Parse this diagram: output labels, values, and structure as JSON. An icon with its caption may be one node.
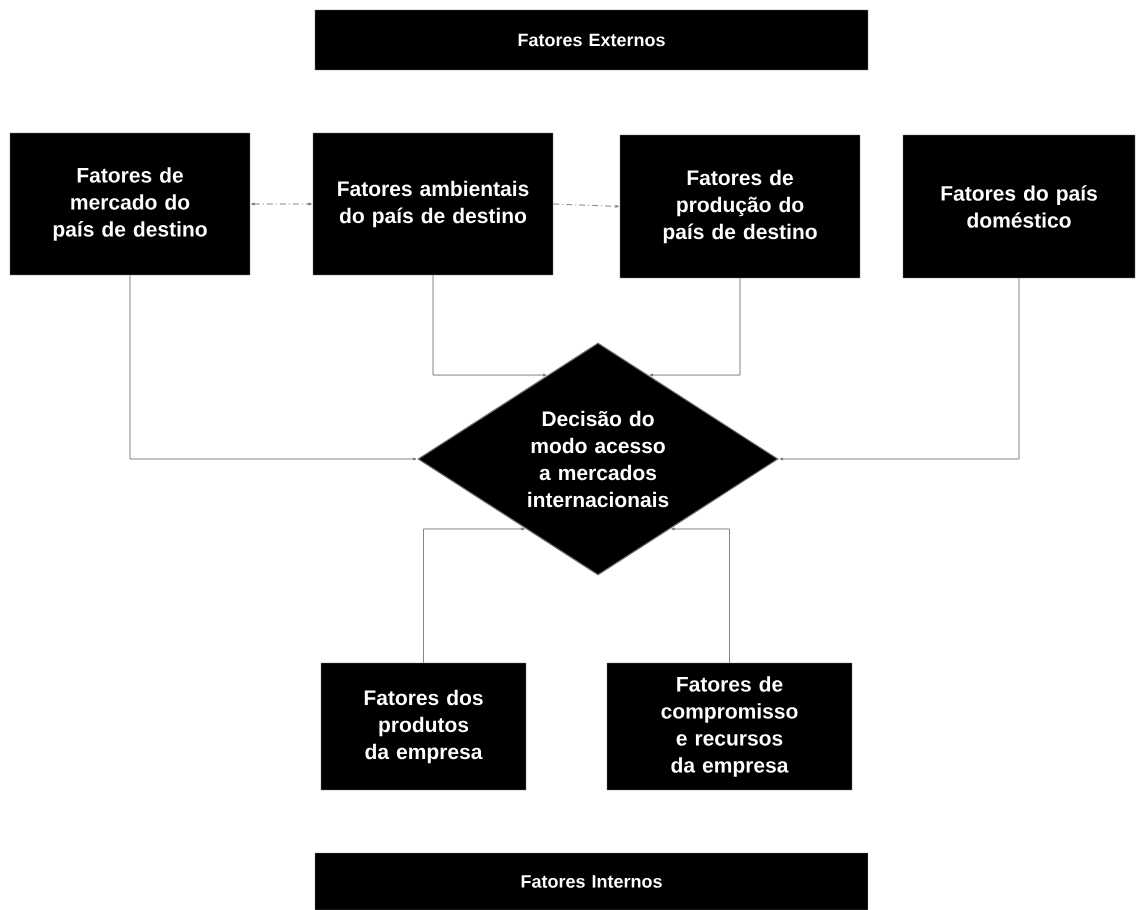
{
  "diagram": {
    "nodes": [
      {
        "text": [
          "Fatores Externos"
        ]
      },
      {
        "text": [
          "Fatores de mercado do país de destino"
        ]
      },
      {
        "text": [
          "Fatores ambientais do país de destino"
        ]
      },
      {
        "text": [
          "Fatores de produção do país de destino"
        ]
      },
      {
        "text": [
          "Fatores do país doméstico"
        ]
      },
      {
        "text": [
          "Decisão do modo acesso a mercados internacionais"
        ]
      },
      {
        "text": [
          "Fatores dos produtos da empresa"
        ]
      },
      {
        "text": [
          "Fatores de compromisso e recursos da empresa"
        ]
      },
      {
        "text": [
          "Fatores Internos"
        ]
      }
    ],
    "edges": [
      {
        "from": 1,
        "to": 2,
        "arrow": "both",
        "style": "dashed"
      },
      {
        "from": 2,
        "to": 3,
        "arrow": "to",
        "style": "dashed"
      },
      {
        "from": 1,
        "to": 5,
        "arrow": "to"
      },
      {
        "from": 2,
        "to": 5,
        "arrow": "to"
      },
      {
        "from": 3,
        "to": 5,
        "arrow": "to"
      },
      {
        "from": 4,
        "to": 5,
        "arrow": "to"
      },
      {
        "from": 6,
        "to": 5,
        "arrow": "to"
      },
      {
        "from": 7,
        "to": 5,
        "arrow": "to"
      }
    ]
  }
}
